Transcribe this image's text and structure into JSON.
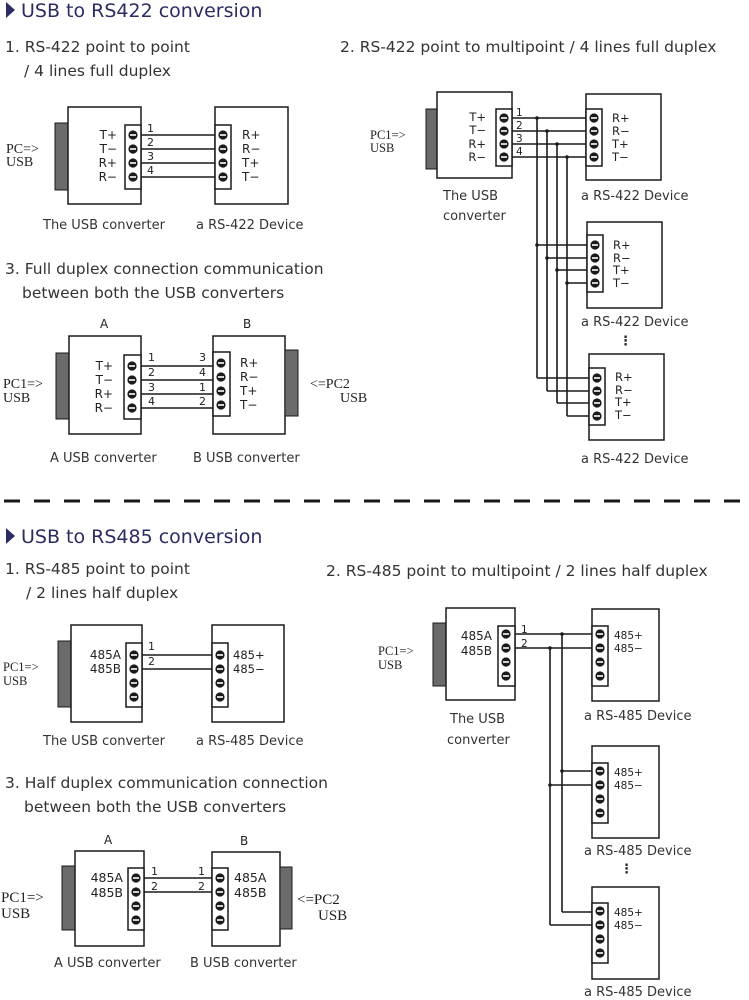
{
  "rs422": {
    "title": "USB to RS422 conversion",
    "d1": {
      "heading_line1": "1. RS-422 point to point",
      "heading_line2": "/ 4 lines full duplex",
      "pc_label_line1": "PC=>",
      "pc_label_line2": "USB",
      "converter_pins": [
        "T+",
        "T−",
        "R+",
        "R−"
      ],
      "device_pins": [
        "R+",
        "R−",
        "T+",
        "T−"
      ],
      "wire_numbers": [
        "1",
        "2",
        "3",
        "4"
      ],
      "converter_caption": "The USB converter",
      "device_caption": "a RS-422 Device"
    },
    "d2": {
      "heading": "2. RS-422 point to multipoint / 4 lines full duplex",
      "pc_label_line1": "PC1=>",
      "pc_label_line2": "USB",
      "converter_pins": [
        "T+",
        "T−",
        "R+",
        "R−"
      ],
      "device_pins": [
        "R+",
        "R−",
        "T+",
        "T−"
      ],
      "wire_numbers": [
        "1",
        "2",
        "3",
        "4"
      ],
      "converter_caption_line1": "The USB",
      "converter_caption_line2": "converter",
      "device_caption": "a RS-422 Device",
      "ellipsis": "⋮"
    },
    "d3": {
      "heading_line1": "3. Full duplex connection communication",
      "heading_line2": "between both the USB converters",
      "label_a": "A",
      "label_b": "B",
      "pc1_line1": "PC1=>",
      "pc1_line2": "USB",
      "pc2_line1": "<=PC2",
      "pc2_line2": "USB",
      "a_pins": [
        "T+",
        "T−",
        "R+",
        "R−"
      ],
      "b_pins": [
        "R+",
        "R−",
        "T+",
        "T−"
      ],
      "a_wire_numbers": [
        "1",
        "2",
        "3",
        "4"
      ],
      "b_wire_numbers": [
        "3",
        "4",
        "1",
        "2"
      ],
      "a_caption": "A USB converter",
      "b_caption": "B USB converter"
    }
  },
  "rs485": {
    "title": "USB to RS485 conversion",
    "d1": {
      "heading_line1": "1. RS-485 point to point",
      "heading_line2": "/ 2 lines half duplex",
      "pc_label_line1": "PC1=>",
      "pc_label_line2": "USB",
      "converter_pins": [
        "485A",
        "485B"
      ],
      "device_pins": [
        "485+",
        "485−"
      ],
      "wire_numbers": [
        "1",
        "2"
      ],
      "converter_caption": "The USB converter",
      "device_caption": "a RS-485 Device"
    },
    "d2": {
      "heading": "2. RS-485 point to multipoint / 2 lines half duplex",
      "pc_label_line1": "PC1=>",
      "pc_label_line2": "USB",
      "converter_pins": [
        "485A",
        "485B"
      ],
      "device_pins": [
        "485+",
        "485−"
      ],
      "wire_numbers": [
        "1",
        "2"
      ],
      "converter_caption_line1": "The USB",
      "converter_caption_line2": "converter",
      "device_caption": "a RS-485 Device",
      "ellipsis": "⋮"
    },
    "d3": {
      "heading_line1": "3. Half duplex communication connection",
      "heading_line2": "between both the USB converters",
      "label_a": "A",
      "label_b": "B",
      "pc1_line1": "PC1=>",
      "pc1_line2": "USB",
      "pc2_line1": "<=PC2",
      "pc2_line2": "USB",
      "a_pins": [
        "485A",
        "485B"
      ],
      "b_pins": [
        "485A",
        "485B"
      ],
      "a_wire_numbers": [
        "1",
        "2"
      ],
      "b_wire_numbers": [
        "1",
        "2"
      ],
      "a_caption": "A USB converter",
      "b_caption": "B USB converter"
    }
  },
  "colors": {
    "title": "#2b2d62",
    "line": "#1a1a1a",
    "usb_plug": "#6b6b6b"
  }
}
